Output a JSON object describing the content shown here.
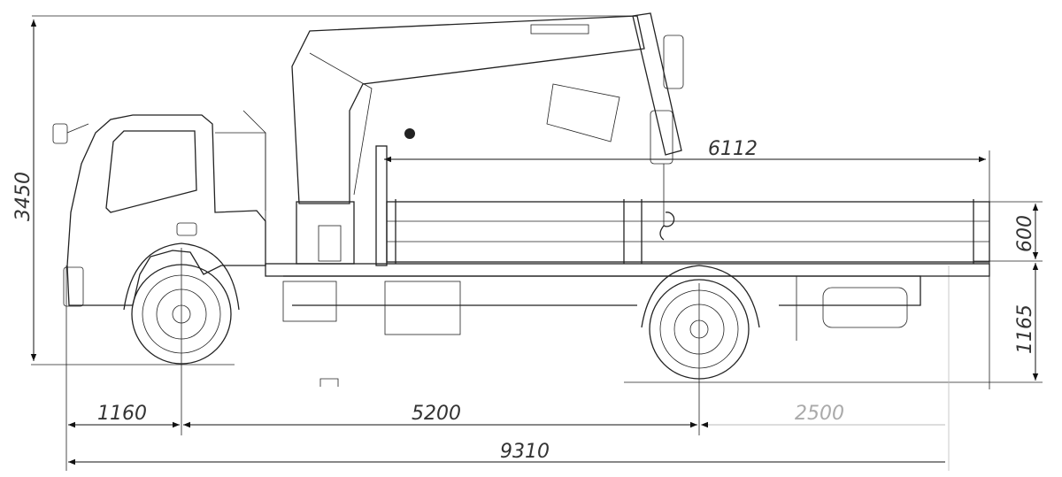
{
  "title": "Truck with loader crane – side view dimensions (mm)",
  "dimensions": {
    "overall_height": "3450",
    "bed_length": "6112",
    "side_height": "600",
    "platform_height": "1165",
    "front_overhang": "1160",
    "wheelbase": "5200",
    "rear_overhang": "2500",
    "overall_length": "9310"
  }
}
